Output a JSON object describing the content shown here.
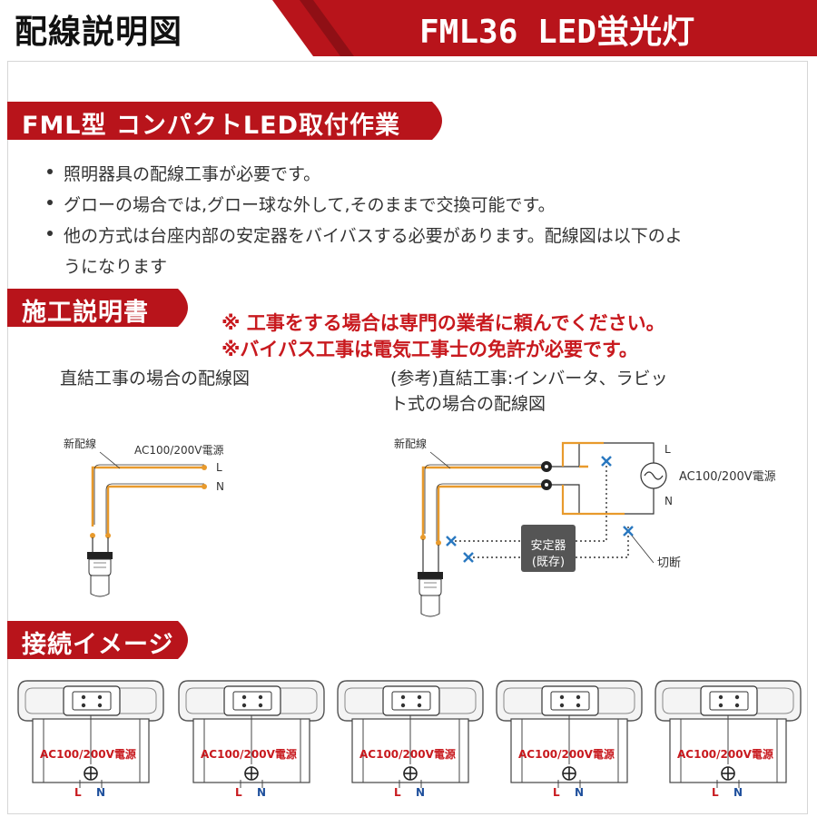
{
  "header": {
    "title_left": "配線説明図",
    "title_right": "FML36 LED蛍光灯"
  },
  "section1": {
    "title": "FML型 コンパクトLED取付作業",
    "bullets": [
      "照明器具の配線工事が必要です。",
      "グローの場合では,グロー球な外して,そのままで交換可能です。",
      "他の方式は台座内部の安定器をバイバスする必要があります。配線図は以下のよ"
    ],
    "bullet3_cont": "うになります"
  },
  "section2": {
    "title": "施工説明書",
    "warning1": "※ 工事をする場合は専門の業者に頼んでください。",
    "warning2": "※バイパス工事は電気工事士の免許が必要です。",
    "left_caption": "直結工事の場合の配線図",
    "right_caption_1": "(参考)直結工事:インバータ、ラビッ",
    "right_caption_2": "ト式の場合の配線図"
  },
  "left_diagram": {
    "new_wire": "新配線",
    "power": "AC100/200V電源",
    "L": "L",
    "N": "N"
  },
  "right_diagram": {
    "new_wire": "新配線",
    "power": "AC100/200V電源",
    "L": "L",
    "N": "N",
    "ballast_1": "安定器",
    "ballast_2": "(既存)",
    "cut": "切断"
  },
  "section3": {
    "title": "接続イメージ",
    "panels": [
      {
        "power": "AC100/200V電源",
        "L": "L",
        "N": "N"
      },
      {
        "power": "AC100/200V電源",
        "L": "L",
        "N": "N"
      },
      {
        "power": "AC100/200V電源",
        "L": "L",
        "N": "N"
      },
      {
        "power": "AC100/200V電源",
        "L": "L",
        "N": "N"
      },
      {
        "power": "AC100/200V電源",
        "L": "L",
        "N": "N"
      }
    ]
  },
  "colors": {
    "brand_red": "#b8141b",
    "dark_red": "#7a0d12",
    "wire_orange": "#e89a2c",
    "cut_blue": "#2a78c0",
    "ballast_gray": "#555555"
  }
}
